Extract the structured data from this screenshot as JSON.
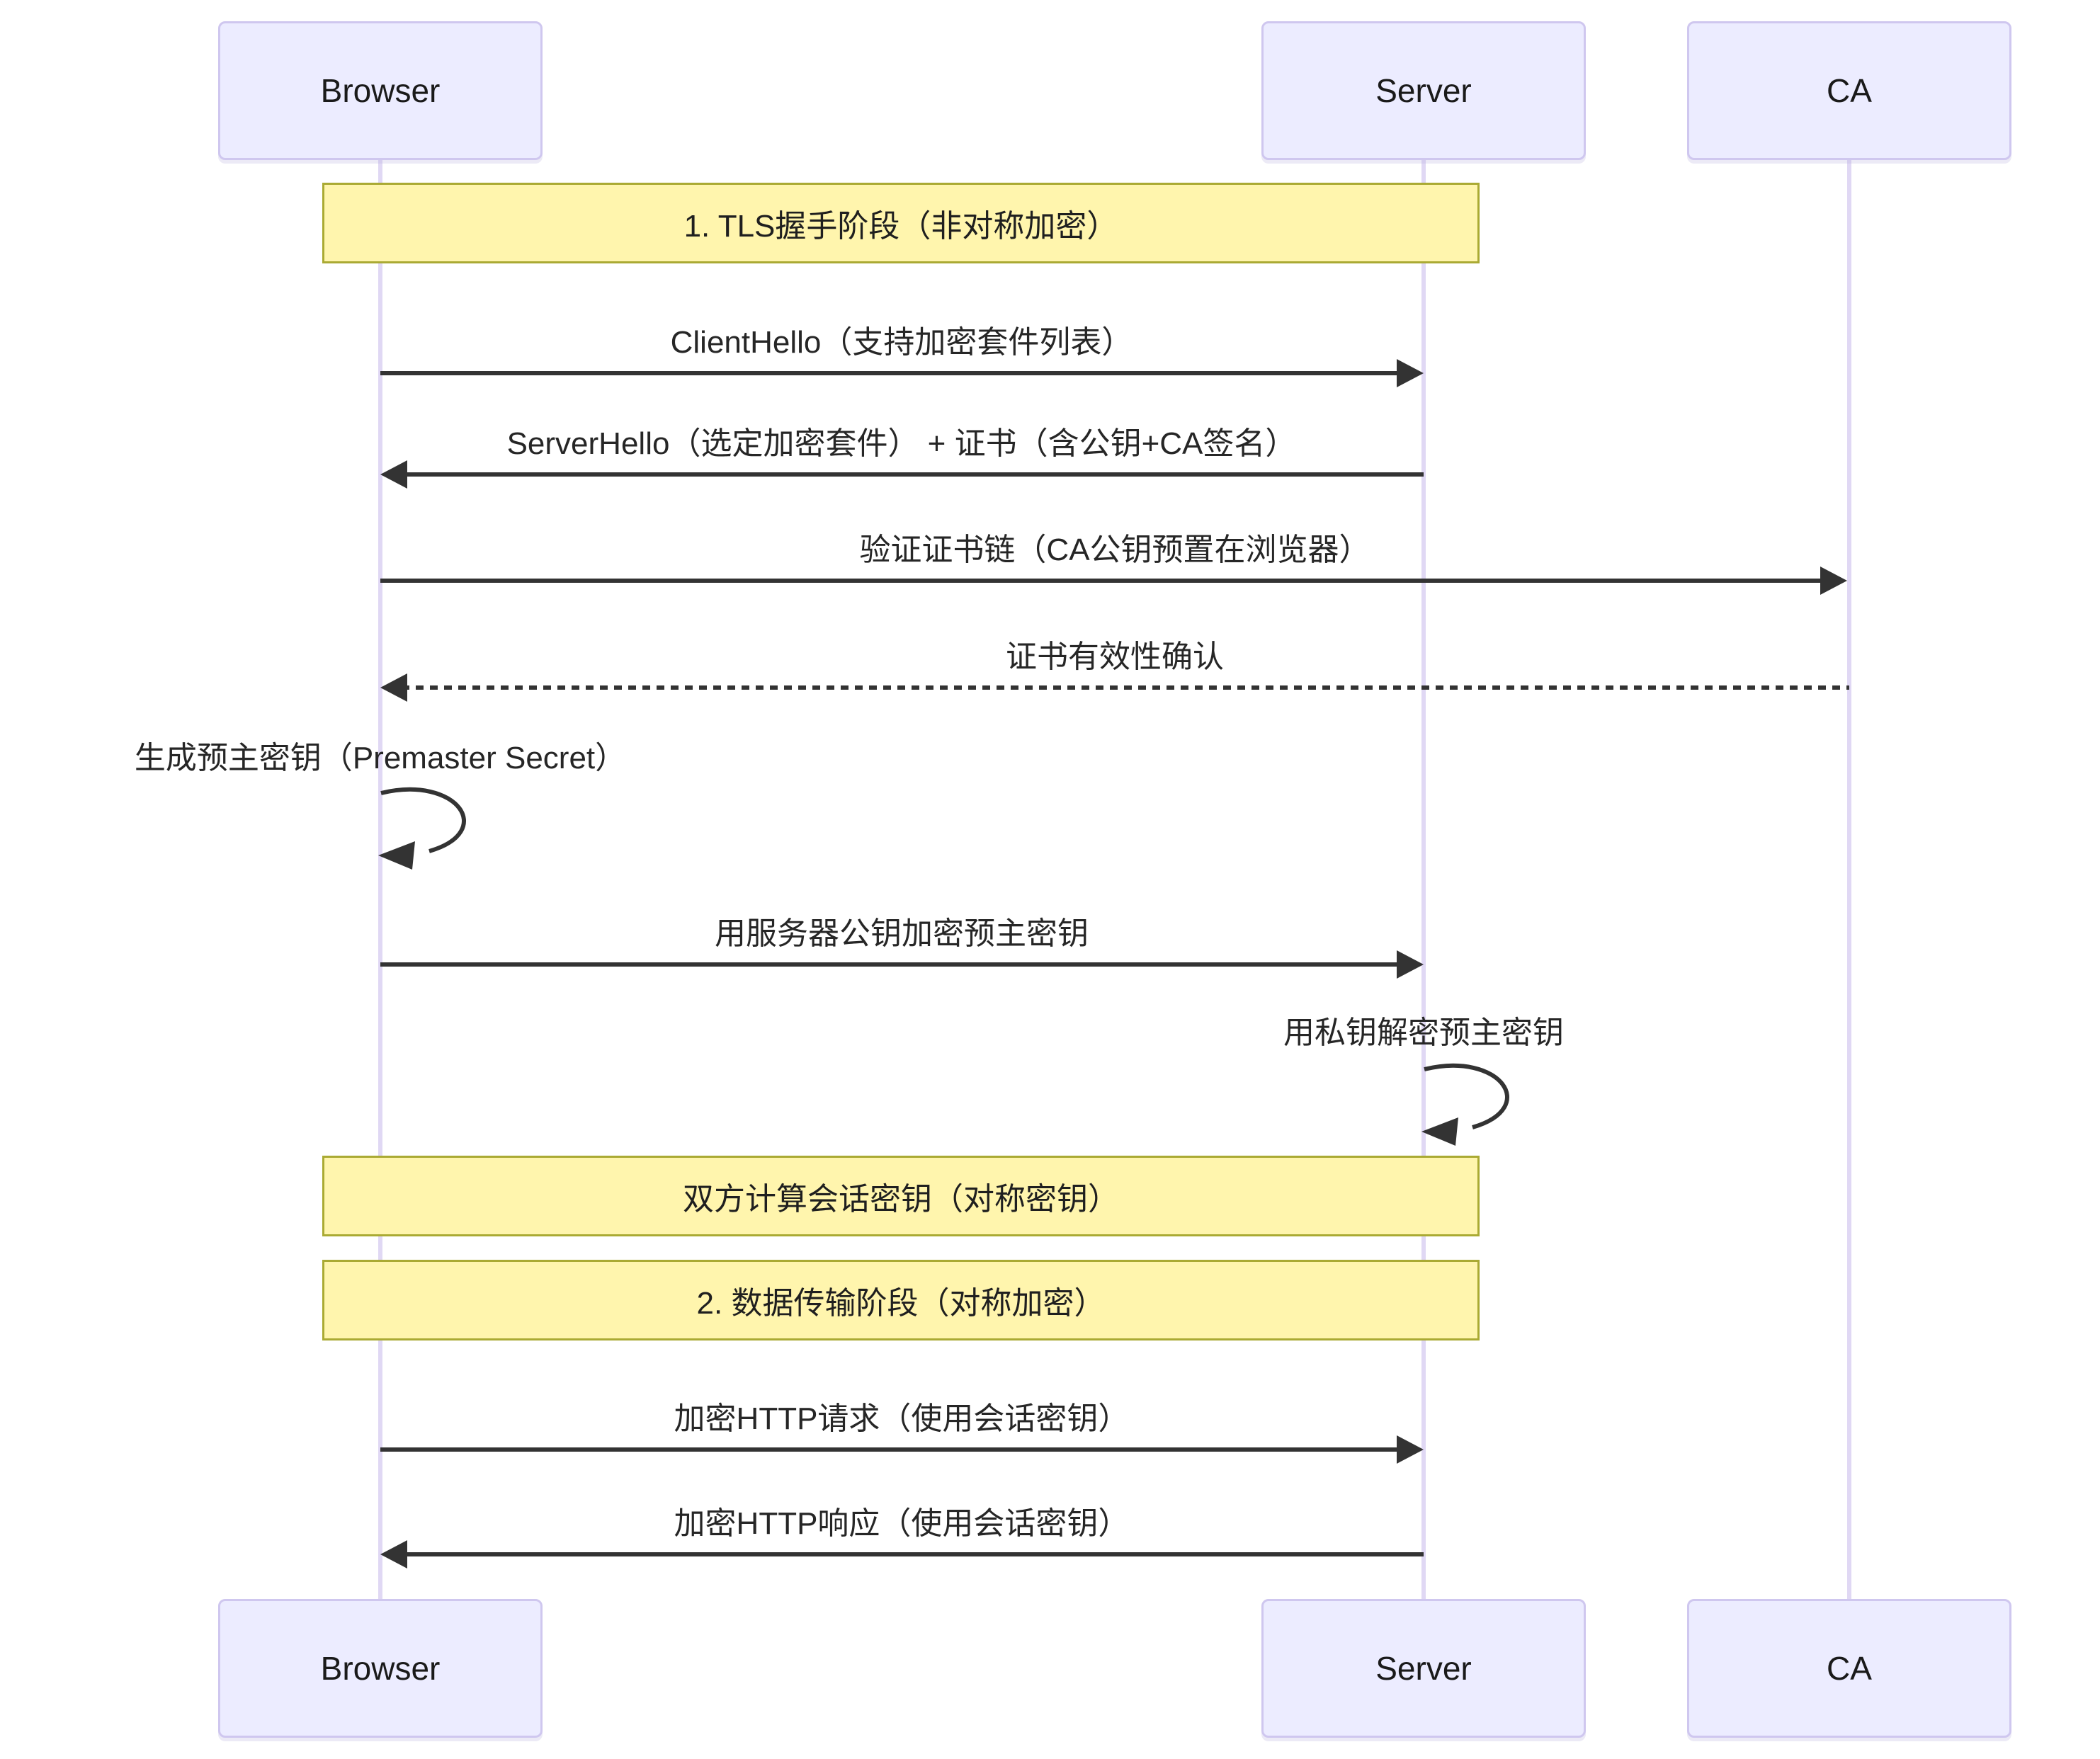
{
  "diagram_type": "sequence-diagram",
  "actors": {
    "browser": "Browser",
    "server": "Server",
    "ca": "CA"
  },
  "notes": {
    "tls_handshake": "1. TLS握手阶段（非对称加密）",
    "session_key": "双方计算会话密钥（对称密钥）",
    "data_transfer": "2. 数据传输阶段（对称加密）"
  },
  "messages": {
    "client_hello": {
      "text": "ClientHello（支持加密套件列表）",
      "from": "Browser",
      "to": "Server",
      "line": "solid"
    },
    "server_hello": {
      "text": "ServerHello（选定加密套件） + 证书（含公钥+CA签名）",
      "from": "Server",
      "to": "Browser",
      "line": "solid"
    },
    "verify_chain": {
      "text": "验证证书链（CA公钥预置在浏览器）",
      "from": "Browser",
      "to": "CA",
      "line": "solid"
    },
    "cert_confirm": {
      "text": "证书有效性确认",
      "from": "CA",
      "to": "Browser",
      "line": "dashed"
    },
    "gen_premaster": {
      "text": "生成预主密钥（Premaster Secret）",
      "from": "Browser",
      "to": "Browser",
      "line": "self-loop"
    },
    "encrypt_premaster": {
      "text": "用服务器公钥加密预主密钥",
      "from": "Browser",
      "to": "Server",
      "line": "solid"
    },
    "decrypt_premaster": {
      "text": "用私钥解密预主密钥",
      "from": "Server",
      "to": "Server",
      "line": "self-loop"
    },
    "http_request": {
      "text": "加密HTTP请求（使用会话密钥）",
      "from": "Browser",
      "to": "Server",
      "line": "solid"
    },
    "http_response": {
      "text": "加密HTTP响应（使用会话密钥）",
      "from": "Server",
      "to": "Browser",
      "line": "solid"
    }
  },
  "colors": {
    "actor_fill": "#ECECFF",
    "actor_border": "#CFC7EF",
    "lifeline": "#E0D8F4",
    "note_fill": "#FFF5AD",
    "note_border": "#AAAA33",
    "arrow": "#333333",
    "text": "#262626",
    "background": "#FFFFFF"
  }
}
